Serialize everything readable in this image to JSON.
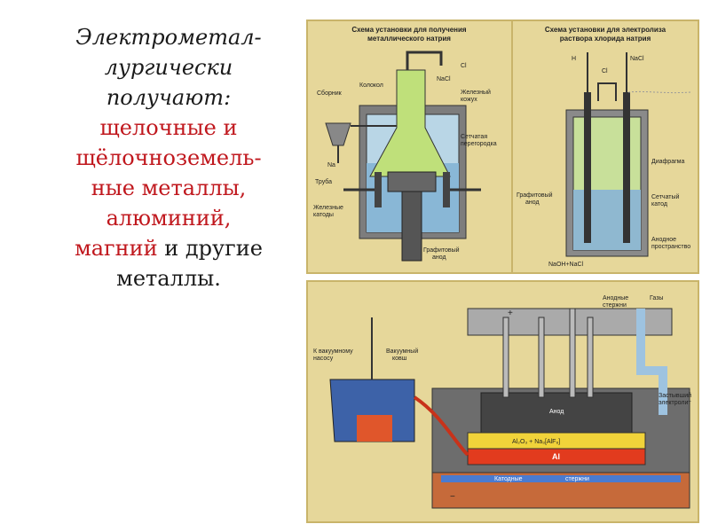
{
  "text": {
    "line1": "Электрометал-",
    "line2": "лургически",
    "line3": "получают:",
    "line4": "щелочные и",
    "line5": "щёлочноземель-",
    "line6": "ные металлы,",
    "line7": "алюминий,",
    "line8_red": "магний",
    "line8_rest": " и другие",
    "line9": "металлы."
  },
  "panel_left": {
    "title1": "Схема установки для получения",
    "title2": "металлического натрия",
    "labels": {
      "sbornik": "Сборник",
      "kolokol": "Колокол",
      "cl": "Cl",
      "nacl": "NaCl",
      "zhel_kozhukh1": "Железный",
      "zhel_kozhukh2": "кожух",
      "na": "Na",
      "truba": "Труба",
      "setch1": "Сетчатая",
      "setch2": "перегородка",
      "katody1": "Железные",
      "katody2": "катоды",
      "anod1": "Графитовый",
      "anod2": "анод"
    }
  },
  "panel_right": {
    "title1": "Схема установки для электролиза",
    "title2": "раствора хлорида натрия",
    "labels": {
      "h2": "H",
      "cl2": "Cl",
      "nacl": "NaCl",
      "diafragma": "Диафрагма",
      "graf1": "Графитовый",
      "graf2": "анод",
      "setch1": "Сетчатый",
      "setch2": "катод",
      "anodnoe1": "Анодное",
      "anodnoe2": "пространство",
      "naoh": "NaOH+NaCl"
    }
  },
  "panel_bottom": {
    "labels": {
      "vakuum1": "К вакуумному",
      "vakuum2": "насосу",
      "kovsh1": "Вакуумный",
      "kovsh2": "ковш",
      "anod_sterzh1": "Анодные",
      "anod_sterzh2": "стержни",
      "gazy": "Газы",
      "anod": "Анод",
      "formula": "Al₂O₃ + Na₃[AlF₆]",
      "al": "Al",
      "zastyv1": "Застывший",
      "zastyv2": "электролит",
      "katodnye": "Катодные",
      "sterzhni": "стержни",
      "plus": "+",
      "minus": "−"
    }
  }
}
